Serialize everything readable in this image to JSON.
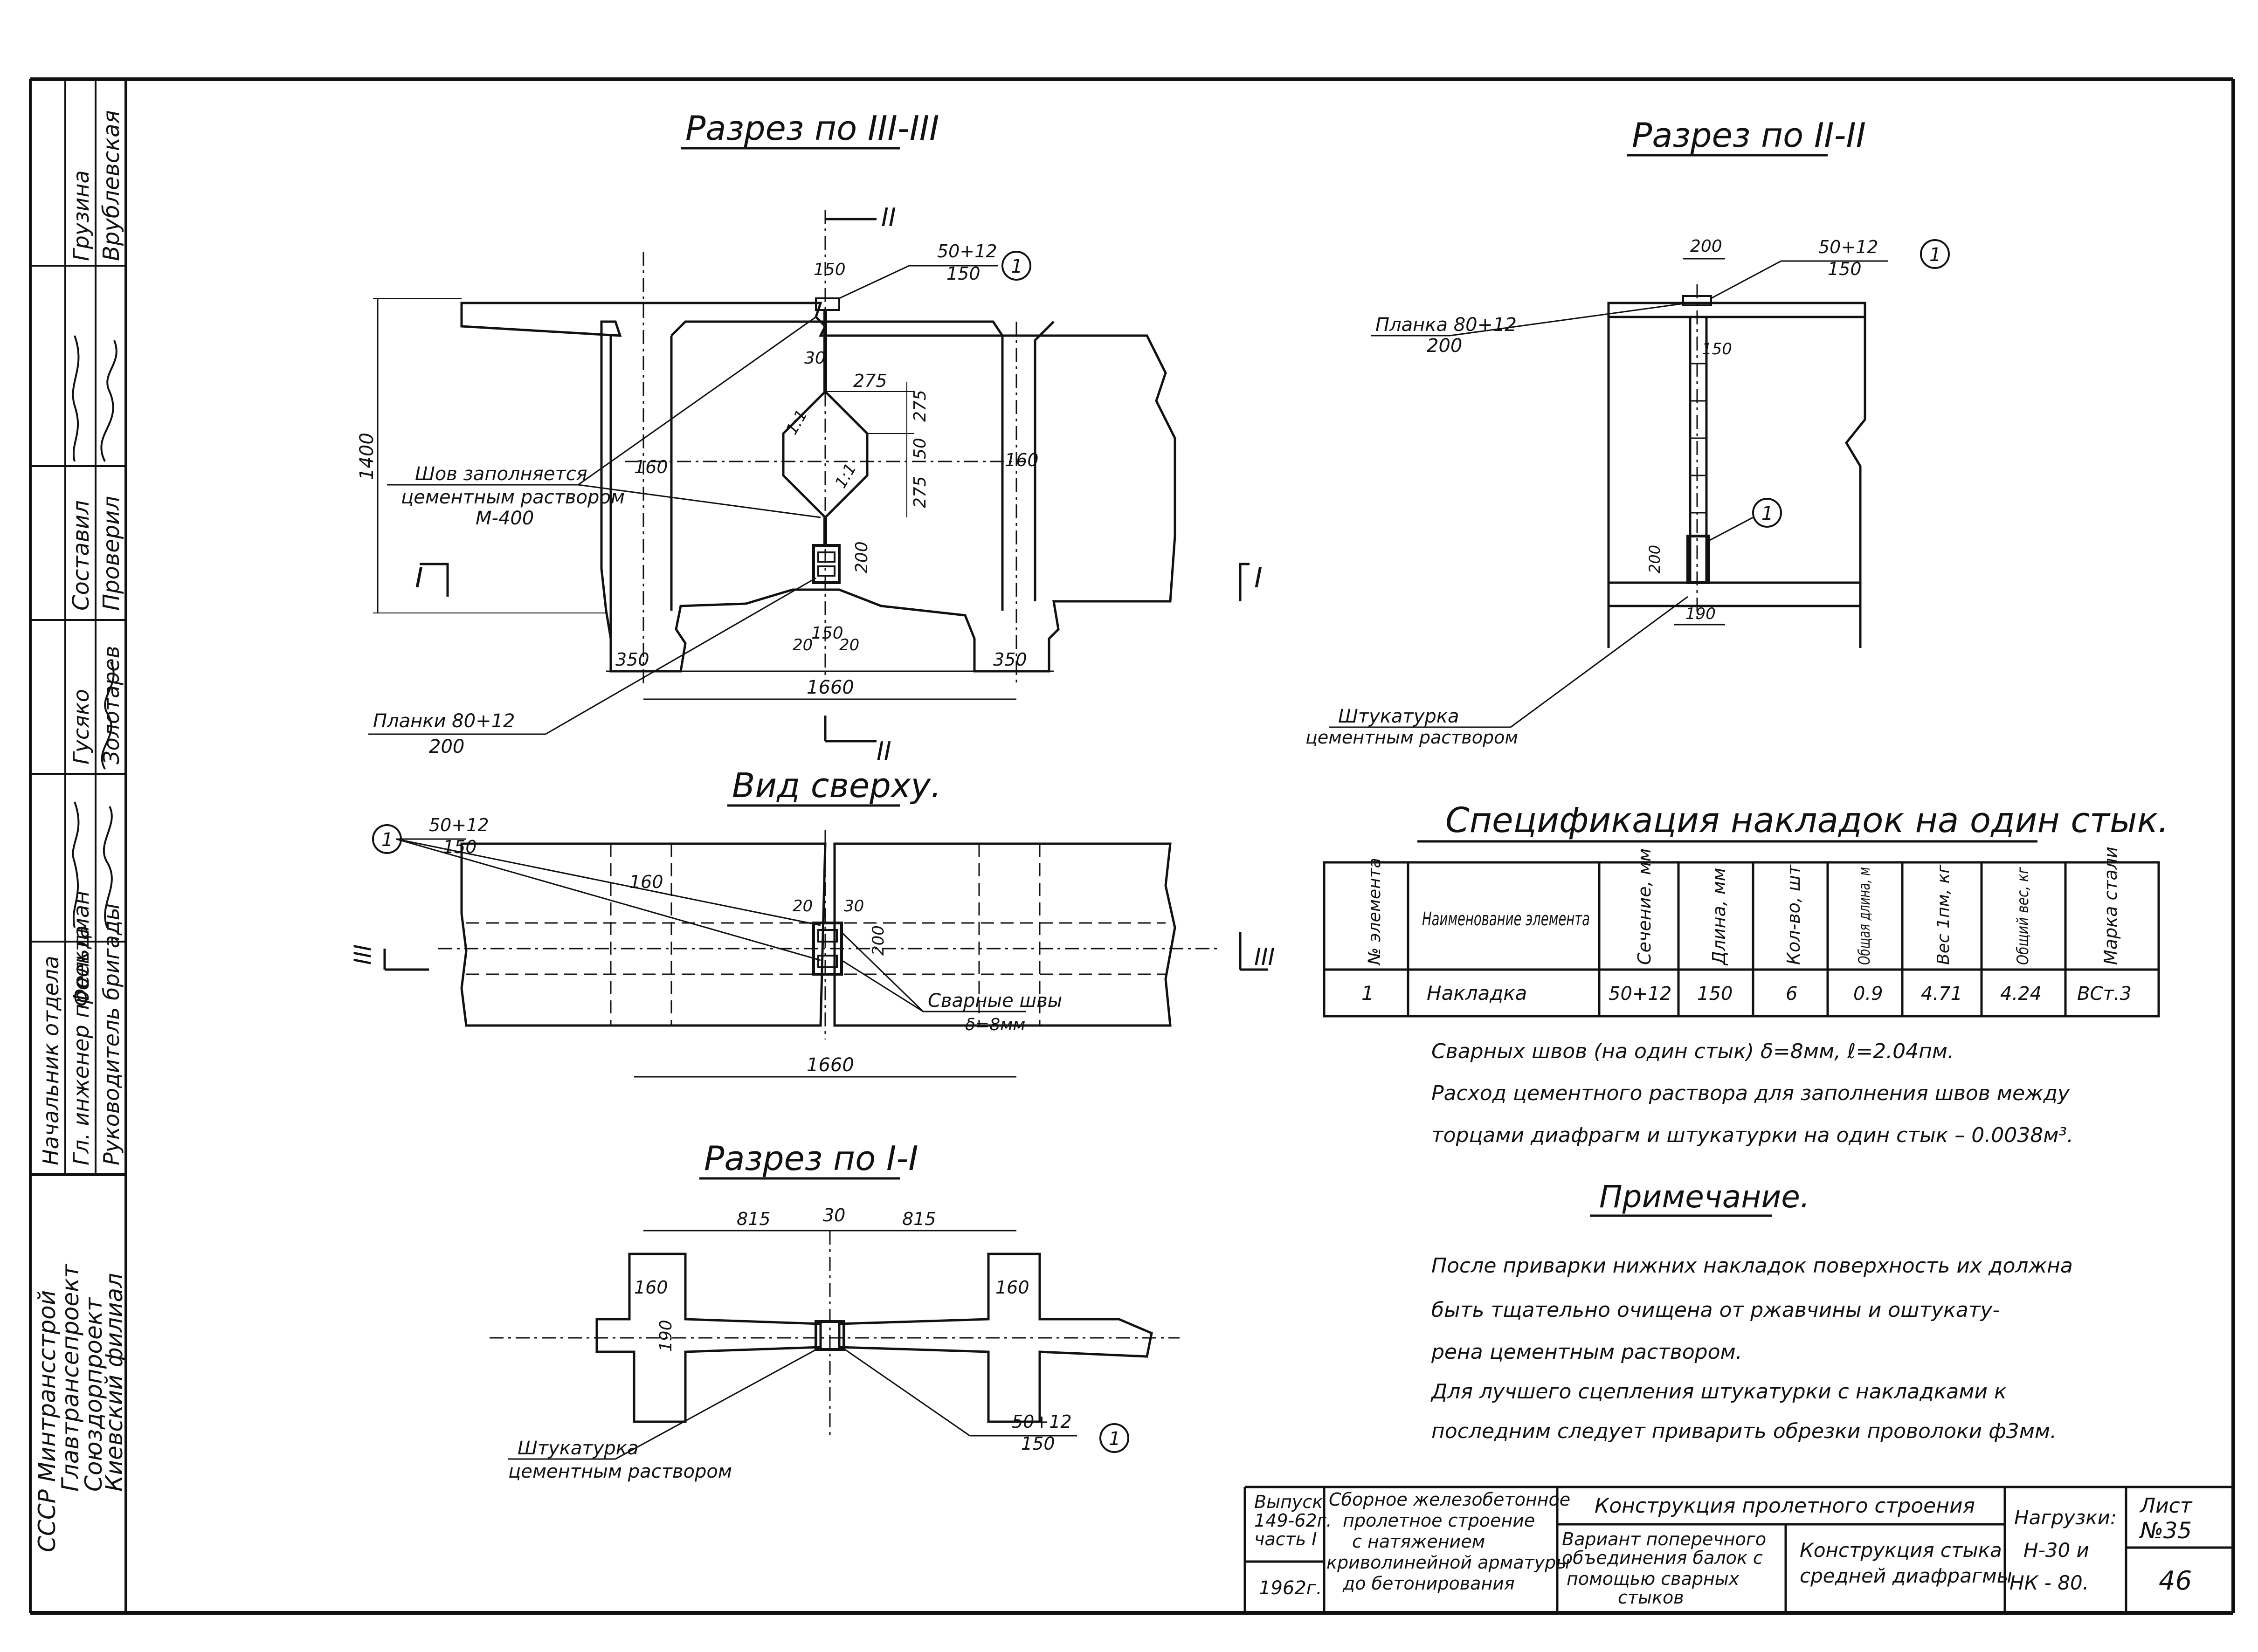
{
  "left_stamp": {
    "org_line1": "СССР Минтрансстрой",
    "org_line2": "Главтрансепроект",
    "org_line3": "Союздорпроект",
    "org_line4": "Киевский филиал",
    "roles": [
      "Начальник отдела",
      "Гл. инженер проекта",
      "Руководитель бригады",
      "Составил",
      "Проверил"
    ],
    "signatures": [
      "Гусяко",
      "Фельдман",
      "Золотарев",
      "Грузина",
      "Врублевская"
    ]
  },
  "views": {
    "section_3": {
      "title": "Разрез по III-III",
      "height_dim": "1400",
      "label_joint_1": "Шов заполняется",
      "label_joint_2": "цементным раствором",
      "label_joint_3": "М-400",
      "label_plates_1": "Планки 80+12",
      "label_plates_2": "200",
      "callout_1": "50+12",
      "callout_2": "150",
      "marker": "1",
      "dims": {
        "d150": "150",
        "d275a": "275",
        "d275b": "275",
        "d275c": "275",
        "d50": "50",
        "d30": "30",
        "d160": "160",
        "d160b": "160",
        "d200": "200",
        "d150b": "150",
        "d20a": "20",
        "d20b": "20",
        "d350a": "350",
        "d350b": "350",
        "d1660": "1660",
        "s11a": "1:1",
        "s11b": "1:1",
        "cut_I_left": "I",
        "cut_I_right": "I",
        "cut_II_top": "II",
        "cut_II_bottom": "II"
      }
    },
    "top_view": {
      "title": "Вид сверху.",
      "callout_1": "50+12",
      "callout_2": "150",
      "marker": "1",
      "welds_1": "Сварные швы",
      "welds_2": "δ=8мм",
      "dims": {
        "d160": "160",
        "d1660": "1660",
        "d20": "20",
        "d30": "30",
        "d200": "200"
      },
      "cut_left": "III",
      "cut_right": "III"
    },
    "section_1": {
      "title": "Разрез по I-I",
      "plaster_1": "Штукатурка",
      "plaster_2": "цементным раствором",
      "callout_1": "50+12",
      "callout_2": "150",
      "marker": "1",
      "dims": {
        "d815a": "815",
        "d30": "30",
        "d815b": "815",
        "d160a": "160",
        "d160b": "160",
        "d190": "190"
      }
    },
    "section_2": {
      "title": "Разрез по II-II",
      "plate_1": "Планка 80+12",
      "plate_2": "200",
      "callout_1": "50+12",
      "callout_2": "150",
      "marker_top": "1",
      "marker_mid": "1",
      "plaster_1": "Штукатурка",
      "plaster_2": "цементным раствором",
      "dims": {
        "d200": "200",
        "d150": "150",
        "d190": "190",
        "d200b": "200"
      }
    }
  },
  "specification": {
    "title": "Спецификация накладок на один стык.",
    "headers": [
      "№ элемента",
      "Наименование элемента",
      "Сечение, мм",
      "Длина, мм",
      "Кол-во, шт",
      "Общая длина, м",
      "Вес 1пм, кг",
      "Общий вес, кг",
      "Марка стали"
    ],
    "rows": [
      [
        "1",
        "Накладка",
        "50+12",
        "150",
        "6",
        "0.9",
        "4.71",
        "4.24",
        "ВСт.3"
      ]
    ]
  },
  "notes": {
    "welds_line": "Сварных швов (на один стык) δ=8мм, ℓ=2.04пм.",
    "mortar_line_1": "Расход цементного раствора для заполнения швов между",
    "mortar_line_2": "торцами диафрагм и штукатурки на один стык – 0.0038м³.",
    "remark_title": "Примечание.",
    "remark_lines": [
      "После приварки нижних накладок поверхность их должна",
      "быть тщательно очищена от ржавчины и оштукату-",
      "рена цементным раствором.",
      "Для лучшего сцепления штукатурки с накладками к",
      "последним следует приварить обрезки проволоки ф3мм."
    ]
  },
  "title_block": {
    "issue_1": "Выпуск",
    "issue_2": "149-62г.",
    "issue_3": "часть I",
    "year": "1962г.",
    "series_1": "Сборное железобетонное",
    "series_2": "пролетное строение",
    "series_3": "с натяжением",
    "series_4": "криволинейной арматуры",
    "series_5": "до бетонирования",
    "construction": "Конструкция пролетного строения",
    "variant_1": "Вариант поперечного",
    "variant_2": "объединения балок с",
    "variant_3": "помощью сварных",
    "variant_4": "стыков",
    "joint_1": "Конструкция стыка",
    "joint_2": "средней диафрагмы",
    "loads_label": "Нагрузки:",
    "loads_1": "Н-30 и",
    "loads_2": "НК - 80.",
    "sheet_label": "Лист",
    "sheet_no": "№35",
    "page_no": "46"
  }
}
